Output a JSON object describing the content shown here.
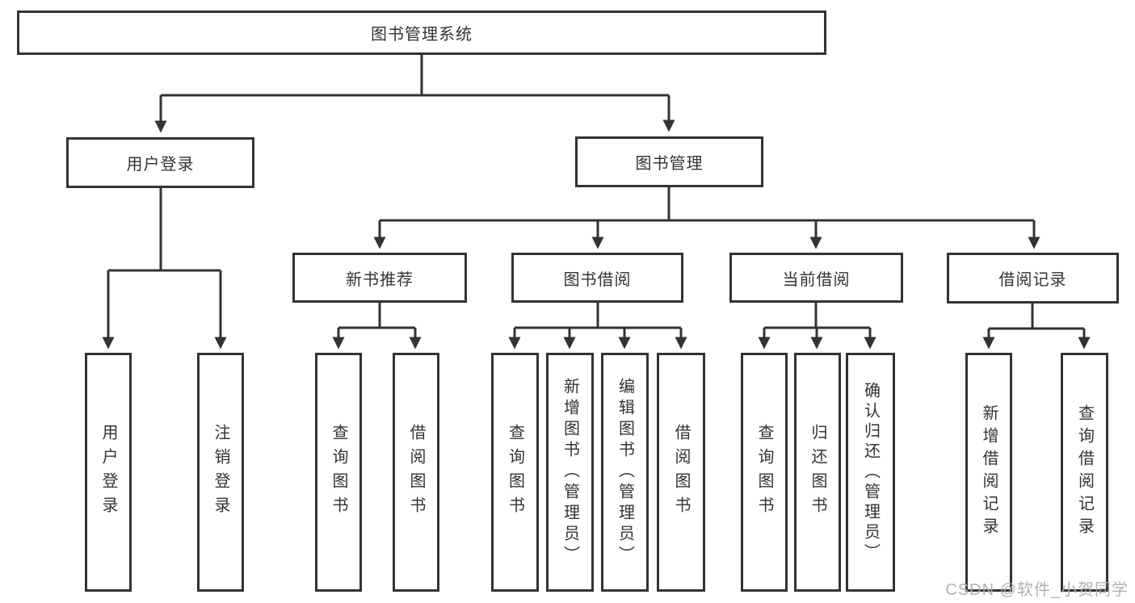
{
  "colors": {
    "line": "#333333",
    "box_border": "#333333",
    "text": "#333333",
    "background": "#ffffff",
    "watermark": "#a9aeb4"
  },
  "watermark": {
    "text": "CSDN @软件_小贺同学"
  },
  "tree": {
    "root": {
      "label": "图书管理系统"
    },
    "level2": [
      {
        "label": "用户登录",
        "children": [
          {
            "label": "用户登录"
          },
          {
            "label": "注销登录"
          }
        ]
      },
      {
        "label": "图书管理",
        "children": [
          {
            "label": "新书推荐",
            "children": [
              {
                "label": "查询图书"
              },
              {
                "label": "借阅图书"
              }
            ]
          },
          {
            "label": "图书借阅",
            "children": [
              {
                "label": "查询图书"
              },
              {
                "label": "新增图书（管理员）"
              },
              {
                "label": "编辑图书（管理员）"
              },
              {
                "label": "借阅图书"
              }
            ]
          },
          {
            "label": "当前借阅",
            "children": [
              {
                "label": "查询图书"
              },
              {
                "label": "归还图书"
              },
              {
                "label": "确认归还（管理员）"
              }
            ]
          },
          {
            "label": "借阅记录",
            "children": [
              {
                "label": "新增借阅记录"
              },
              {
                "label": "查询借阅记录"
              }
            ]
          }
        ]
      }
    ]
  }
}
